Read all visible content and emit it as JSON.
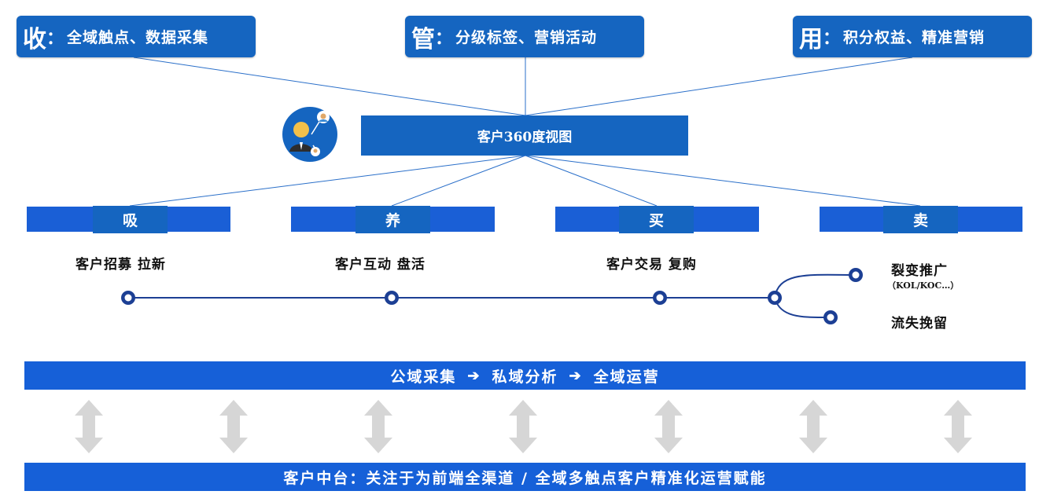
{
  "top_boxes": [
    {
      "big": "收",
      "colon": "：",
      "text": "全域触点、数据采集"
    },
    {
      "big": "管",
      "colon": "：",
      "text": "分级标签、营销活动"
    },
    {
      "big": "用",
      "colon": "：",
      "text": "积分权益、精准营销"
    }
  ],
  "center": {
    "label": "客户360度视图"
  },
  "stages": [
    {
      "label": "吸",
      "desc": "客户招募 拉新"
    },
    {
      "label": "养",
      "desc": "客户互动 盘活"
    },
    {
      "label": "买",
      "desc": "客户交易 复购"
    },
    {
      "label": "卖",
      "branches": [
        {
          "title": "裂变推广",
          "sub": "（KOL/KOC…）"
        },
        {
          "title": "流失挽留"
        }
      ]
    }
  ],
  "band_mid": {
    "step1": "公域采集",
    "arrow1": "➔",
    "step2": "私域分析",
    "arrow2": "➔",
    "step3": "全域运营"
  },
  "band_bottom": {
    "label": "客户中台：关注于为前端全渠道 / 全域多触点客户精准化运营赋能"
  },
  "colors": {
    "primary": "#1565c0",
    "bright": "#1a5fd6",
    "arrow_gray": "#d6d6d6",
    "line": "#1c3f94"
  },
  "icons": {
    "customer_avatar": "customer-avatar-icon",
    "updown": "up-down-arrow-icon"
  }
}
